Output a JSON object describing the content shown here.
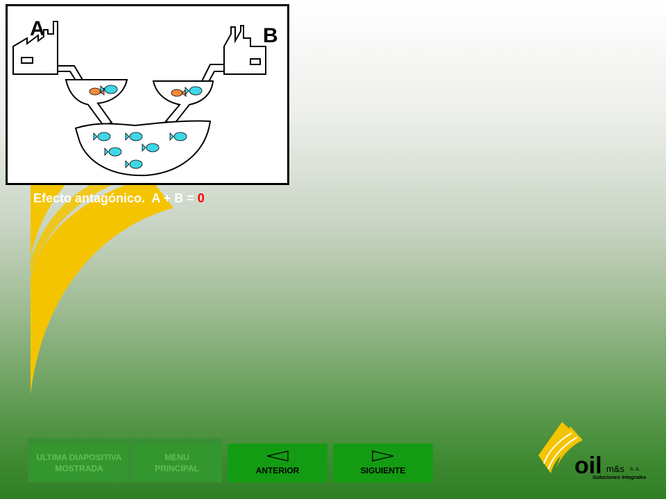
{
  "diagram": {
    "label_a": "A",
    "label_b": "B"
  },
  "caption": {
    "text": "Efecto antagónico.  A + B = ",
    "result": "0"
  },
  "nav": {
    "last_slide_line1": "ULTIMA DIAPOSITIVA",
    "last_slide_line2": "MOSTRADA",
    "menu_line1": "MENU",
    "menu_line2": "PRINCIPAL",
    "previous": "ANTERIOR",
    "next": "SIGUIENTE"
  },
  "logo": {
    "brand": "oil",
    "brand_suffix": "m&s",
    "company_type": "S. A.",
    "tagline": "Soluciones Integrales"
  },
  "colors": {
    "accent_yellow": "#f5c400",
    "result_red": "#ff0000",
    "fish_cyan": "#3fd6e6",
    "fish_orange": "#f08a3c"
  }
}
